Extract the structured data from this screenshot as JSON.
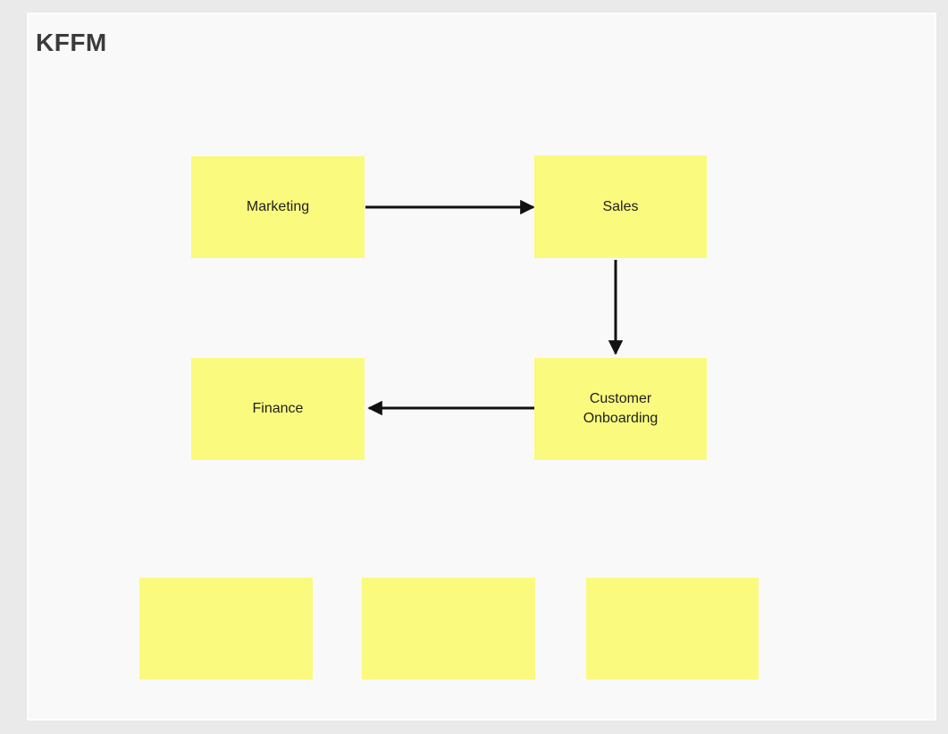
{
  "frame": {
    "title": "KFFM"
  },
  "colors": {
    "canvas_background": "#EAEAEA",
    "frame_fill": "#F9F9F9",
    "frame_border": "#FDFDFD",
    "note_fill": "#FAFA7E",
    "note_text": "#1E1E1E",
    "connector": "#111111",
    "title_text": "#3B3B3B"
  },
  "nodes": [
    {
      "id": "marketing",
      "label": "Marketing"
    },
    {
      "id": "sales",
      "label": "Sales"
    },
    {
      "id": "finance",
      "label": "Finance"
    },
    {
      "id": "customer-onboarding",
      "label": "Customer Onboarding"
    },
    {
      "id": "empty-1",
      "label": ""
    },
    {
      "id": "empty-2",
      "label": ""
    },
    {
      "id": "empty-3",
      "label": ""
    }
  ],
  "connectors": [
    {
      "from": "Marketing",
      "to": "Sales",
      "direction": "right"
    },
    {
      "from": "Sales",
      "to": "Customer Onboarding",
      "direction": "down"
    },
    {
      "from": "Customer Onboarding",
      "to": "Finance",
      "direction": "left"
    }
  ]
}
